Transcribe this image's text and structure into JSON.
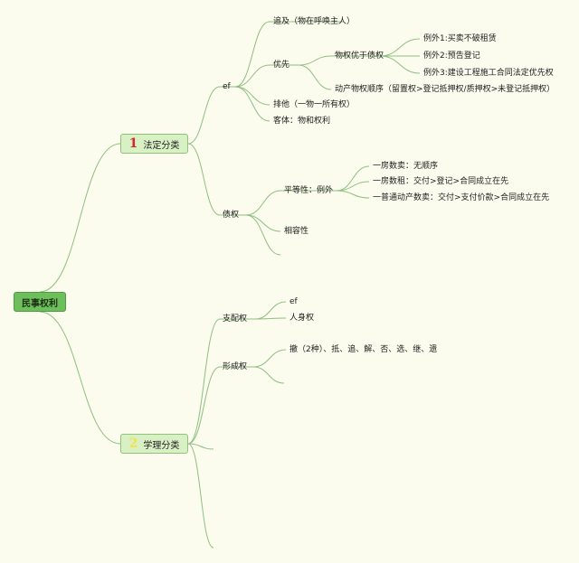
{
  "colors": {
    "background": "#fbfbee",
    "root": "#6cbf5a",
    "branch": "#d9f0c4",
    "line": "#8fbf80",
    "num1": "#d6262c",
    "num2": "#f2e24a"
  },
  "root": {
    "label": "民事权利"
  },
  "branch1": {
    "num": "1",
    "label": "法定分类",
    "ef": {
      "label": "ef",
      "items": {
        "zhuiji": "追及（物在呼唤主人）",
        "youxian": {
          "label": "优先",
          "wuquan": {
            "label": "物权优于债权",
            "exceptions": [
              "例外1:买卖不破租赁",
              "例外2:预告登记",
              "例外3:建设工程施工合同法定优先权"
            ]
          },
          "dongchan": "动产物权顺序（留置权>登记抵押权/质押权>未登记抵押权）"
        },
        "paita": "排他（一物一所有权）",
        "keti": "客体：物和权利"
      }
    },
    "zhaiquan": {
      "label": "债权",
      "pingdeng": {
        "label": "平等性：例外",
        "items": [
          "一房数卖：无顺序",
          "一房数租：交付>登记>合同成立在先",
          "一普通动产数卖：交付>支付价款>合同成立在先"
        ]
      },
      "xiangrong": "相容性"
    }
  },
  "branch2": {
    "num": "2",
    "label": "学理分类",
    "zhipei": {
      "label": "支配权",
      "items": [
        "ef",
        "人身权"
      ]
    },
    "xingcheng": {
      "label": "形成权",
      "items": [
        "撤（2种）、抵、追、解、否、选、继、遗"
      ]
    }
  }
}
